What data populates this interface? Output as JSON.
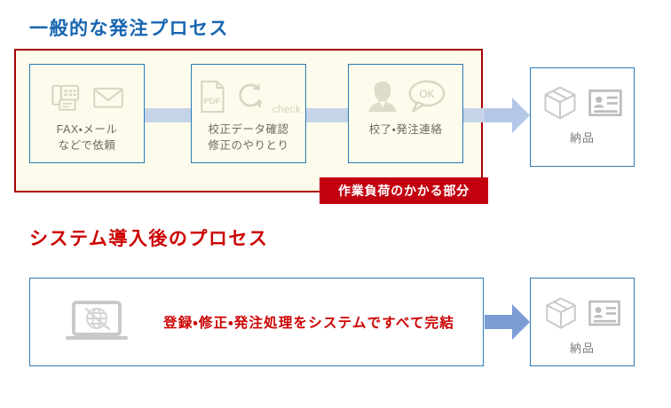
{
  "sections": {
    "before": {
      "heading": "一般的な発注プロセス",
      "heading_color": "#1565b0",
      "panel_border_color": "#aa0000",
      "panel_bg_color": "#fdfcec",
      "steps": [
        {
          "id": "request",
          "label": "FAX・メール\nなどで依頼",
          "icons": [
            "fax-machine-icon",
            "envelope-icon"
          ]
        },
        {
          "id": "proof",
          "label": "校正データ確認\n修正のやりとり",
          "icons": [
            "pdf-document-icon",
            "refresh-cycle-icon"
          ],
          "icon_caption": "check"
        },
        {
          "id": "approval",
          "label": "校了・発注連絡",
          "icons": [
            "person-icon",
            "ok-speech-bubble-icon"
          ],
          "bubble_text": "OK"
        }
      ],
      "badge": {
        "text": "作業負荷のかかる部分",
        "bg_color": "#c30010",
        "text_color": "#ffffff"
      },
      "delivery": {
        "label": "納品",
        "icons": [
          "package-box-icon",
          "delivery-slip-icon"
        ]
      },
      "arrow_color": "#b4c7e7"
    },
    "after": {
      "heading": "システム導入後のプロセス",
      "heading_color": "#cc0000",
      "message": "登録・修正・発注処理をシステムですべて完結",
      "message_color": "#cc0000",
      "icons": [
        "laptop-globe-icon"
      ],
      "delivery": {
        "label": "納品",
        "icons": [
          "package-box-icon",
          "delivery-slip-icon"
        ]
      },
      "arrow_color": "#7b9cd4"
    }
  }
}
